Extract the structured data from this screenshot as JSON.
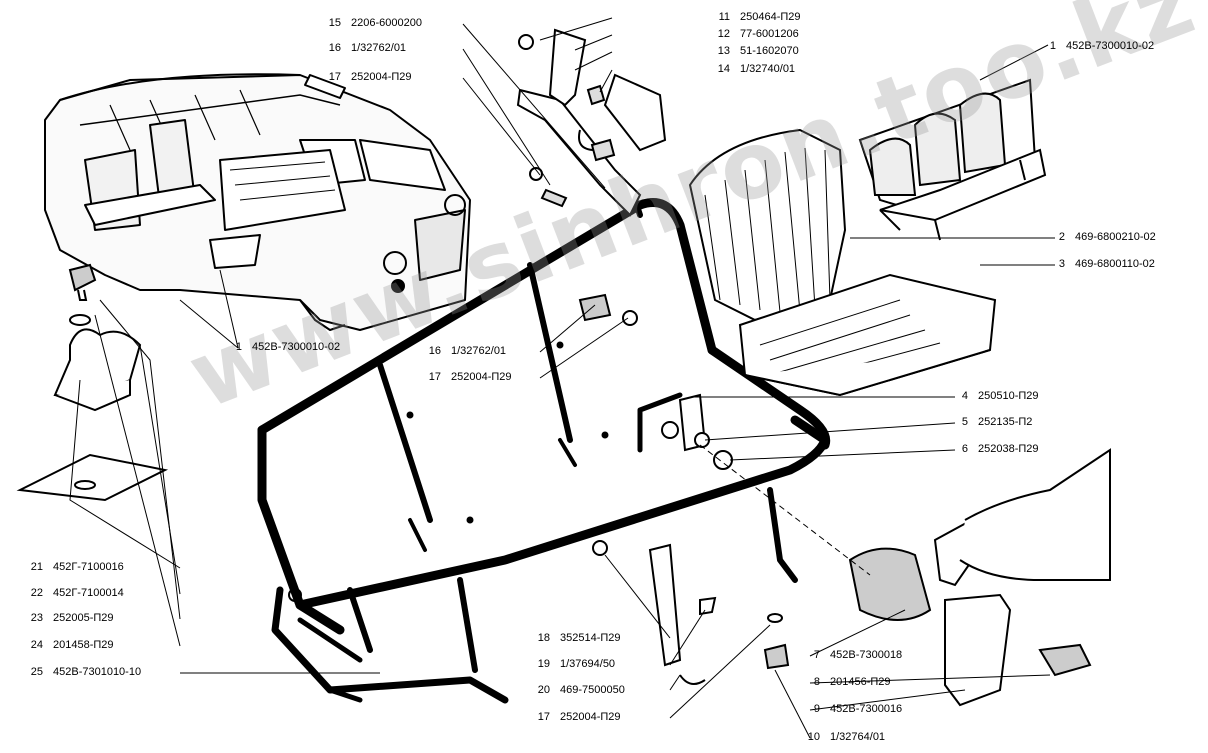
{
  "watermark": "www.sinhron.too.kz",
  "labels": [
    {
      "id": "l15a",
      "num": "15",
      "code": "2206-6000200"
    },
    {
      "id": "l16a",
      "num": "16",
      "code": "1/32762/01"
    },
    {
      "id": "l17a",
      "num": "17",
      "code": "252004-П29"
    },
    {
      "id": "l11",
      "num": "11",
      "code": "250464-П29"
    },
    {
      "id": "l12",
      "num": "12",
      "code": "77-6001206"
    },
    {
      "id": "l13",
      "num": "13",
      "code": "51-1602070"
    },
    {
      "id": "l14",
      "num": "14",
      "code": "1/32740/01"
    },
    {
      "id": "l1a",
      "num": "1",
      "code": "452В-7300010-02"
    },
    {
      "id": "l2",
      "num": "2",
      "code": "469-6800210-02"
    },
    {
      "id": "l3",
      "num": "3",
      "code": "469-6800110-02"
    },
    {
      "id": "l1b",
      "num": "1",
      "code": "452В-7300010-02"
    },
    {
      "id": "l16b",
      "num": "16",
      "code": "1/32762/01"
    },
    {
      "id": "l17b",
      "num": "17",
      "code": "252004-П29"
    },
    {
      "id": "l4",
      "num": "4",
      "code": "250510-П29"
    },
    {
      "id": "l5",
      "num": "5",
      "code": "252135-П2"
    },
    {
      "id": "l6",
      "num": "6",
      "code": "252038-П29"
    },
    {
      "id": "l21",
      "num": "21",
      "code": "452Г-7100016"
    },
    {
      "id": "l22",
      "num": "22",
      "code": "452Г-7100014"
    },
    {
      "id": "l23",
      "num": "23",
      "code": "252005-П29"
    },
    {
      "id": "l24",
      "num": "24",
      "code": "201458-П29"
    },
    {
      "id": "l25",
      "num": "25",
      "code": "452В-7301010-10"
    },
    {
      "id": "l18",
      "num": "18",
      "code": "352514-П29"
    },
    {
      "id": "l19",
      "num": "19",
      "code": "1/37694/50"
    },
    {
      "id": "l20",
      "num": "20",
      "code": "469-7500050"
    },
    {
      "id": "l17c",
      "num": "17",
      "code": "252004-П29"
    },
    {
      "id": "l7",
      "num": "7",
      "code": "452В-7300018"
    },
    {
      "id": "l8",
      "num": "8",
      "code": "201456-П29"
    },
    {
      "id": "l9",
      "num": "9",
      "code": "452В-7300016"
    },
    {
      "id": "l10",
      "num": "10",
      "code": "1/32764/01"
    }
  ]
}
